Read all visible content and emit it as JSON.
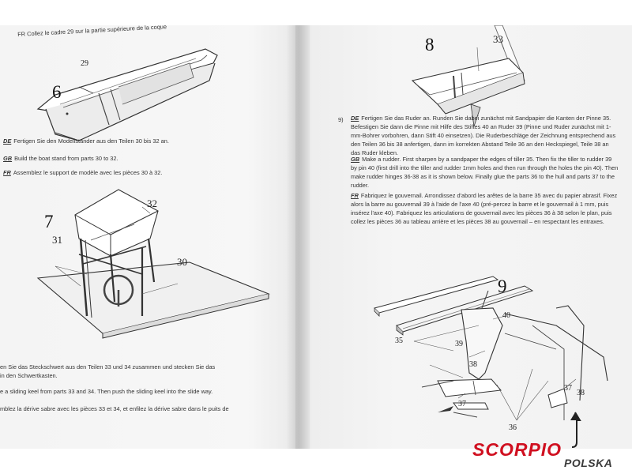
{
  "left_page": {
    "top_fr_text": "FR Collez le cadre 29 sur la partie supérieure de la coque",
    "fig6": {
      "number": "6",
      "part": "29"
    },
    "fig7_text": {
      "de": {
        "tag": "DE",
        "text": "Fertigen Sie den Modellständer aus den Teilen 30 bis 32 an."
      },
      "gb": {
        "tag": "GB",
        "text": "Build the boat stand from parts 30 to 32."
      },
      "fr": {
        "tag": "FR",
        "text": "Assemblez le support de modèle avec les pièces 30 à 32."
      }
    },
    "fig7": {
      "number": "7",
      "parts": [
        "32",
        "31",
        "30"
      ]
    },
    "bottom_text": {
      "de_line1": "en Sie das Steckschwert aus den Teilen 33 und 34 zusammen und stecken Sie das",
      "de_line2": "in den Schwertkasten.",
      "gb_line": "e a sliding keel from parts 33 and 34. Then push the sliding keel into the slide way.",
      "fr_line": "mblez la dérive sabre avec les pièces 33 et 34, et enfilez la dérive sabre dans le puits de"
    }
  },
  "right_page": {
    "fig8": {
      "number": "8",
      "part": "33"
    },
    "step9_text": {
      "step": "9)",
      "de": {
        "tag": "DE",
        "text": "Fertigen Sie das Ruder an. Runden Sie dabei zunächst mit Sandpapier die Kanten der Pinne 35. Befestigen Sie dann die Pinne mit Hilfe des Stiftes 40 an Ruder 39 (Pinne und Ruder zunächst mit 1-mm-Bohrer vorbohren, dann Stift 40 einsetzen). Die Ruderbeschläge der Zeichnung entsprechend aus den Teilen 36 bis 38 anfertigen, dann im korrekten Abstand Teile 36 an den Heckspiegel, Teile 38 an das Ruder kleben."
      },
      "gb": {
        "tag": "GB",
        "text": "Make a rudder. First sharpen by a sandpaper the edges of tiller 35. Then fix the tiller to rudder 39 by pin 40 (first drill into the tiller and rudder 1mm holes and then run through the holes the pin 40). Then make rudder hinges 36-38 as it is shown below. Finally glue the parts 36 to the hull and parts 37 to the rudder."
      },
      "fr": {
        "tag": "FR",
        "text": "Fabriquez le gouvernail. Arrondissez d'abord les arêtes de la barre 35 avec du papier abrasif. Fixez alors la barre au gouvernail 39 à l'aide de l'axe 40 (pré-percez la barre et le gouvernail à 1 mm, puis insérez l'axe 40). Fabriquez les articulations de gouvernail avec les pièces 36 à 38 selon le plan, puis collez les pièces 36 au tableau arrière et les pièces 38 au gouvernail – en respectant les entraxes."
      }
    },
    "fig9": {
      "number": "9",
      "parts": {
        "p40": "40",
        "p35": "35",
        "p39": "39",
        "p38a": "38",
        "p38b": "38",
        "p37a": "37",
        "p37b": "37",
        "p36": "36"
      }
    }
  },
  "logo": {
    "brand": "SCORPIO",
    "sub": "POLSKA",
    "colors": {
      "brand": "#d01020",
      "sub": "#3a3a3a"
    }
  }
}
